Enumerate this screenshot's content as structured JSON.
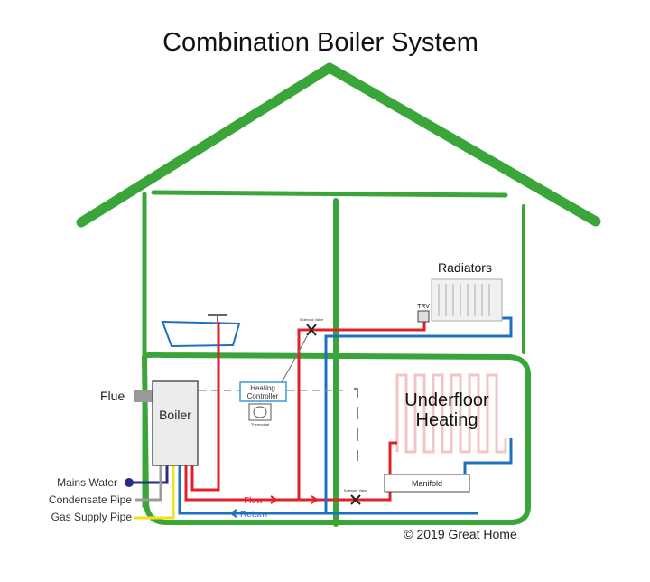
{
  "title": "Combination Boiler System",
  "labels": {
    "radiators": "Radiators",
    "trv": "TRV",
    "flue": "Flue",
    "boiler": "Boiler",
    "heating_controller_1": "Heating",
    "heating_controller_2": "Controller",
    "thermostat": "Thermostat",
    "underfloor_1": "Underfloor",
    "underfloor_2": "Heating",
    "manifold": "Manifold",
    "solenoid_valve_top": "Solenoid Valve",
    "solenoid_valve_bottom": "Solenoid Valve",
    "flow": "Flow",
    "return": "Return",
    "mains_water": "Mains Water",
    "condensate_pipe": "Condensate Pipe",
    "gas_supply_pipe": "Gas Supply Pipe"
  },
  "copyright": "© 2019 Great Home",
  "colors": {
    "house": "#3aa63a",
    "flow": "#e0202a",
    "return": "#1f6fc0",
    "mains": "#2a2a8a",
    "condensate": "#9a9a9a",
    "gas": "#f2e21a"
  }
}
